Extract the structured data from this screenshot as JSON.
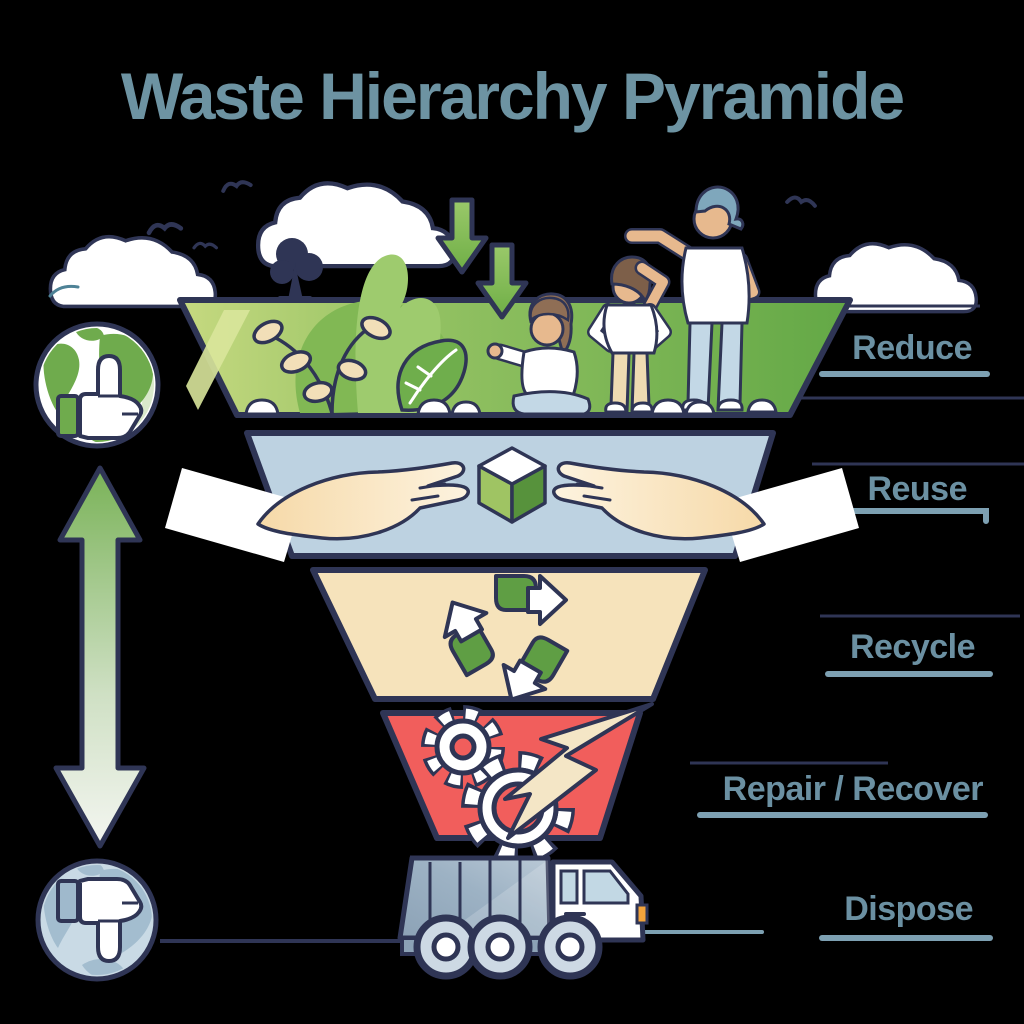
{
  "title": "Waste Hierarchy Pyramide",
  "levels": [
    {
      "id": "reduce",
      "label": "Reduce",
      "color": "#67ab4b",
      "icon": "people-in-nature"
    },
    {
      "id": "reuse",
      "label": "Reuse",
      "color": "#bdd2e1",
      "icon": "hands-holding-cube"
    },
    {
      "id": "recycle",
      "label": "Recycle",
      "color": "#f6e3bb",
      "icon": "recycle-arrows"
    },
    {
      "id": "repair",
      "label": "Repair / Recover",
      "color": "#f15e5c",
      "icon": "gears-lightning"
    },
    {
      "id": "dispose",
      "label": "Dispose",
      "color": "#9db2c4",
      "icon": "garbage-truck"
    }
  ],
  "side_indicators": {
    "best_icon": "globe-thumbs-up",
    "worst_icon": "globe-thumbs-down",
    "scale_icon": "gradient-up-down-arrow"
  },
  "colors": {
    "outline_navy": "#2f3555",
    "title_blue": "#6d93a2",
    "label_blue": "#6b90a2",
    "underline_blue": "#7da0b2",
    "green": "#67ab4b",
    "light_green": "#c6d980",
    "cream": "#f6e3bb",
    "red": "#f15e5c",
    "steel_blue": "#bdd2e1",
    "skin": "#e7b98e",
    "background": "#000000"
  }
}
